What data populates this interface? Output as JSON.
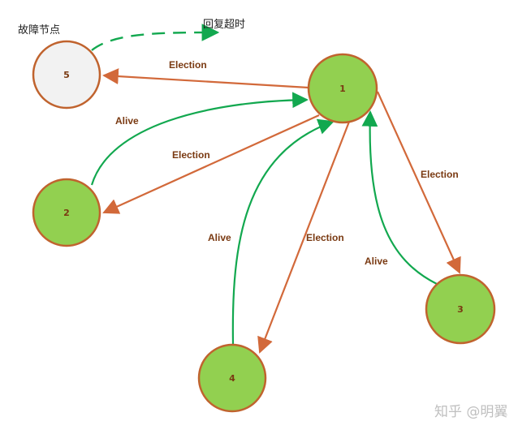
{
  "colors": {
    "node_fill_alive": "#92d050",
    "node_fill_failed": "#f2f2f2",
    "node_stroke": "#c0632e",
    "election_edge": "#d2693a",
    "alive_edge": "#12a84f",
    "label_text": "#7a3a12"
  },
  "nodes": [
    {
      "id": "1",
      "label": "1",
      "status": "alive"
    },
    {
      "id": "2",
      "label": "2",
      "status": "alive"
    },
    {
      "id": "3",
      "label": "3",
      "status": "alive"
    },
    {
      "id": "4",
      "label": "4",
      "status": "alive"
    },
    {
      "id": "5",
      "label": "5",
      "status": "failed"
    }
  ],
  "edges": [
    {
      "from": "1",
      "to": "5",
      "type": "election",
      "label": "Election"
    },
    {
      "from": "1",
      "to": "2",
      "type": "election",
      "label": "Election"
    },
    {
      "from": "1",
      "to": "3",
      "type": "election",
      "label": "Election"
    },
    {
      "from": "1",
      "to": "4",
      "type": "election",
      "label": "Election"
    },
    {
      "from": "2",
      "to": "1",
      "type": "alive",
      "label": "Alive"
    },
    {
      "from": "4",
      "to": "1",
      "type": "alive",
      "label": "Alive"
    },
    {
      "from": "3",
      "to": "1",
      "type": "alive",
      "label": "Alive"
    }
  ],
  "annotations": {
    "failed_node": "故障节点",
    "reply_timeout": "回复超时"
  },
  "watermark": "知乎 @明翼"
}
